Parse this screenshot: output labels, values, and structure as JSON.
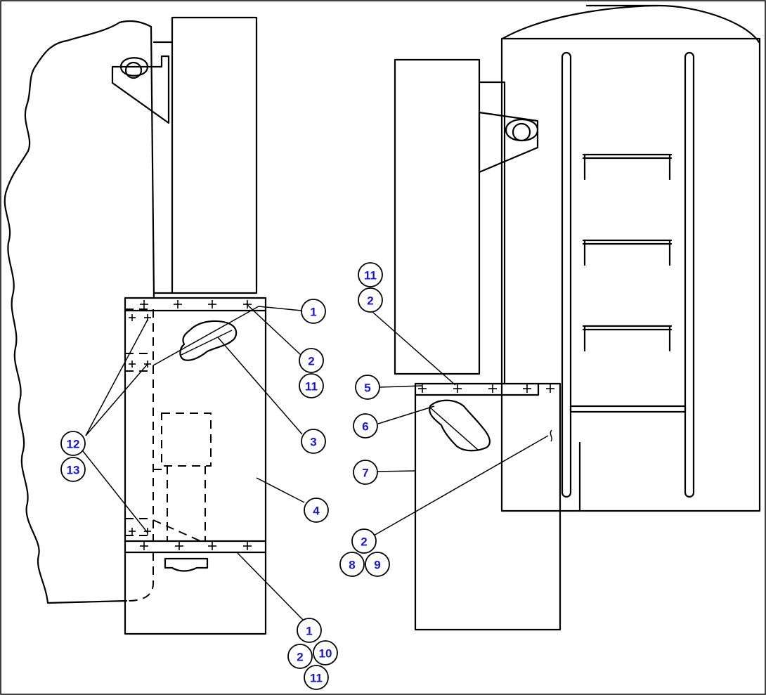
{
  "callouts": [
    {
      "id": "c-1-top",
      "label": "1"
    },
    {
      "id": "c-2-top",
      "label": "2"
    },
    {
      "id": "c-11-top",
      "label": "11"
    },
    {
      "id": "c-3",
      "label": "3"
    },
    {
      "id": "c-4",
      "label": "4"
    },
    {
      "id": "c-12",
      "label": "12"
    },
    {
      "id": "c-13",
      "label": "13"
    },
    {
      "id": "c-1-bot",
      "label": "1"
    },
    {
      "id": "c-2-bot",
      "label": "2"
    },
    {
      "id": "c-10",
      "label": "10"
    },
    {
      "id": "c-11-bot",
      "label": "11"
    },
    {
      "id": "c-11-right",
      "label": "11"
    },
    {
      "id": "c-2-right",
      "label": "2"
    },
    {
      "id": "c-5",
      "label": "5"
    },
    {
      "id": "c-6",
      "label": "6"
    },
    {
      "id": "c-7",
      "label": "7"
    },
    {
      "id": "c-2-low",
      "label": "2"
    },
    {
      "id": "c-8",
      "label": "8"
    },
    {
      "id": "c-9",
      "label": "9"
    }
  ]
}
